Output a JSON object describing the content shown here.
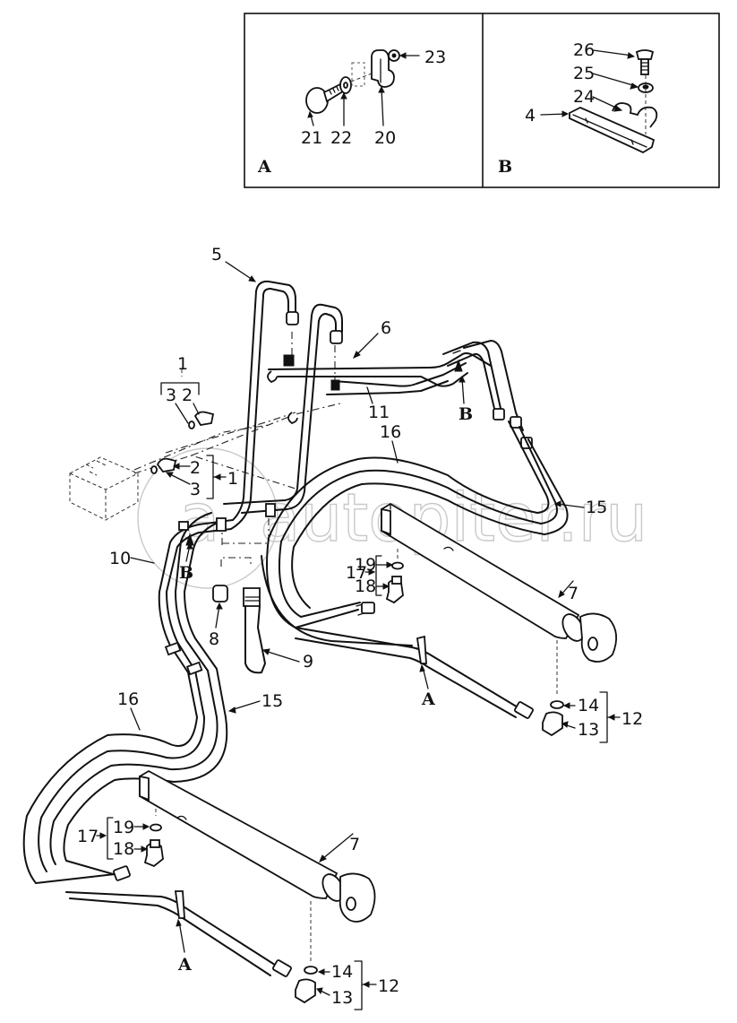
{
  "watermark": {
    "text": "autopiter.ru",
    "mark": "a"
  },
  "insets": [
    {
      "id": "A",
      "title": "A",
      "callouts": [
        "21",
        "22",
        "20",
        "23"
      ]
    },
    {
      "id": "B",
      "title": "B",
      "callouts": [
        "26",
        "25",
        "24",
        "4"
      ]
    }
  ],
  "callouts": {
    "c1_top": "1",
    "c3_top": "3",
    "c2_top": "2",
    "c2": "2",
    "c3": "3",
    "c1": "1",
    "c5": "5",
    "c6": "6",
    "c11": "11",
    "cB1": "B",
    "cB2": "B",
    "c16a": "16",
    "c15a": "15",
    "c10": "10",
    "c8": "8",
    "c9": "9",
    "c17a": "17",
    "c19a": "19",
    "c18a": "18",
    "c7a": "7",
    "cA1": "A",
    "c14a": "14",
    "c13a": "13",
    "c12a": "12",
    "c16b": "16",
    "c15b": "15",
    "c17b": "17",
    "c19b": "19",
    "c18b": "18",
    "c7b": "7",
    "cA2": "A",
    "c14b": "14",
    "c13b": "13",
    "c12b": "12"
  },
  "inset_labels": {
    "a21": "21",
    "a22": "22",
    "a20": "20",
    "a23": "23",
    "b26": "26",
    "b25": "25",
    "b24": "24",
    "b4": "4"
  }
}
